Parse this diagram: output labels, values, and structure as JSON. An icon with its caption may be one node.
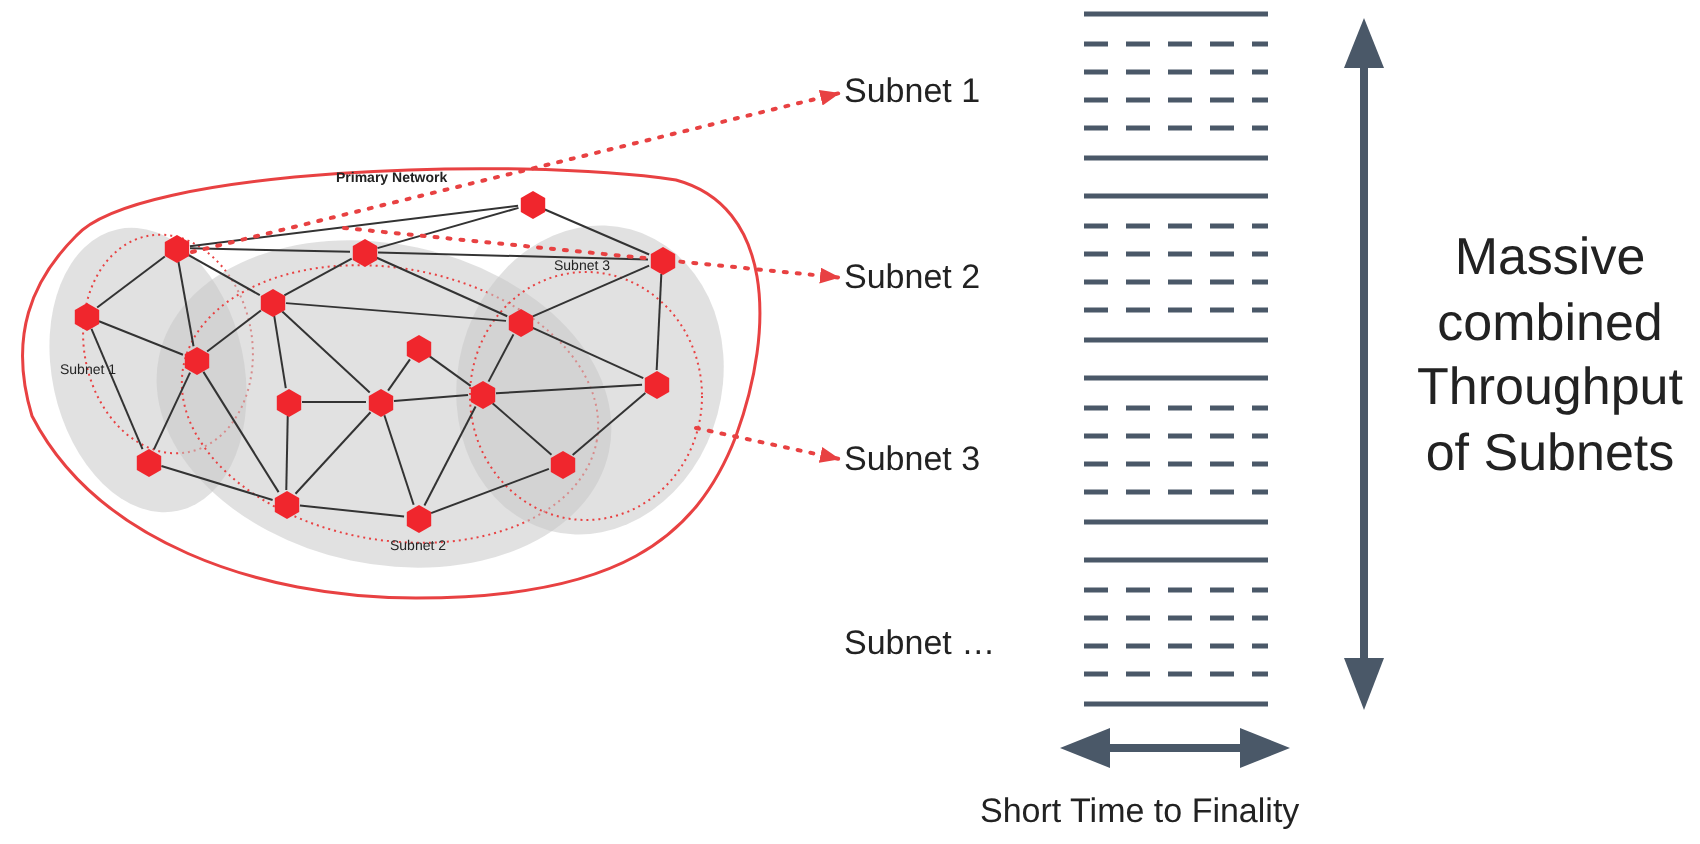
{
  "diagram": {
    "nodes": [
      {
        "text": [
          "Primary Network"
        ]
      },
      {
        "text": [
          "Subnet 1"
        ],
        "in": 0
      },
      {
        "text": [
          "Subnet 2"
        ],
        "in": 0
      },
      {
        "text": [
          "Subnet 3"
        ],
        "in": 0
      },
      {
        "text": [],
        "shape": "hexagon",
        "in": 0
      },
      {
        "text": [],
        "shape": "hexagon",
        "in": 1
      },
      {
        "text": [],
        "shape": "hexagon",
        "in": 2
      },
      {
        "text": [],
        "shape": "hexagon",
        "in": 3
      },
      {
        "text": [],
        "shape": "hexagon",
        "in": 1
      },
      {
        "text": [],
        "shape": "hexagon",
        "in": 2
      },
      {
        "text": [],
        "shape": "hexagon"
      },
      {
        "text": [],
        "shape": "hexagon",
        "in": 2
      },
      {
        "text": [],
        "shape": "hexagon"
      },
      {
        "text": [],
        "shape": "hexagon",
        "in": 3
      },
      {
        "text": [],
        "shape": "hexagon",
        "in": 2
      },
      {
        "text": [],
        "shape": "hexagon",
        "in": 2
      },
      {
        "text": [],
        "shape": "hexagon"
      },
      {
        "text": [],
        "shape": "hexagon",
        "in": 1
      },
      {
        "text": [],
        "shape": "hexagon"
      },
      {
        "text": [],
        "shape": "hexagon",
        "in": 2
      },
      {
        "text": [],
        "shape": "hexagon",
        "in": 2
      },
      {
        "text": [
          "Subnet 1"
        ]
      },
      {
        "text": [
          "Subnet 2"
        ]
      },
      {
        "text": [
          "Subnet 3"
        ]
      }
    ],
    "edges": [
      {
        "from": 5,
        "to": 4,
        "arrow": "none"
      },
      {
        "from": 6,
        "to": 4,
        "arrow": "none"
      },
      {
        "from": 4,
        "to": 7,
        "arrow": "none"
      },
      {
        "from": 5,
        "to": 6,
        "arrow": "none"
      },
      {
        "from": 6,
        "to": 7,
        "arrow": "none"
      },
      {
        "from": 5,
        "to": 8,
        "arrow": "none"
      },
      {
        "from": 5,
        "to": 9,
        "arrow": "none"
      },
      {
        "from": 5,
        "to": 12,
        "arrow": "none"
      },
      {
        "from": 6,
        "to": 9,
        "arrow": "none"
      },
      {
        "from": 6,
        "to": 10,
        "arrow": "none"
      },
      {
        "from": 7,
        "to": 10,
        "arrow": "none"
      },
      {
        "from": 7,
        "to": 13,
        "arrow": "none"
      },
      {
        "from": 8,
        "to": 12,
        "arrow": "none"
      },
      {
        "from": 8,
        "to": 17,
        "arrow": "none"
      },
      {
        "from": 9,
        "to": 12,
        "arrow": "none"
      },
      {
        "from": 9,
        "to": 10,
        "arrow": "none"
      },
      {
        "from": 9,
        "to": 14,
        "arrow": "none"
      },
      {
        "from": 9,
        "to": 15,
        "arrow": "none"
      },
      {
        "from": 10,
        "to": 16,
        "arrow": "none"
      },
      {
        "from": 11,
        "to": 15,
        "arrow": "none"
      },
      {
        "from": 11,
        "to": 16,
        "arrow": "none"
      },
      {
        "from": 10,
        "to": 13,
        "arrow": "none"
      },
      {
        "from": 12,
        "to": 17,
        "arrow": "none"
      },
      {
        "from": 12,
        "to": 19,
        "arrow": "none"
      },
      {
        "from": 14,
        "to": 15,
        "arrow": "none"
      },
      {
        "from": 14,
        "to": 19,
        "arrow": "none"
      },
      {
        "from": 15,
        "to": 19,
        "arrow": "none"
      },
      {
        "from": 15,
        "to": 16,
        "arrow": "none"
      },
      {
        "from": 15,
        "to": 20,
        "arrow": "none"
      },
      {
        "from": 16,
        "to": 13,
        "arrow": "none"
      },
      {
        "from": 16,
        "to": 18,
        "arrow": "none"
      },
      {
        "from": 16,
        "to": 20,
        "arrow": "none"
      },
      {
        "from": 13,
        "to": 18,
        "arrow": "none"
      },
      {
        "from": 17,
        "to": 19,
        "arrow": "none"
      },
      {
        "from": 19,
        "to": 20,
        "arrow": "none"
      },
      {
        "from": 20,
        "to": 18,
        "arrow": "none"
      },
      {
        "from": 1,
        "to": 21,
        "arrow": "to",
        "style": "dashed",
        "color": "#e84142"
      },
      {
        "from": 2,
        "to": 22,
        "arrow": "to",
        "style": "dashed",
        "color": "#e84142"
      },
      {
        "from": 3,
        "to": 23,
        "arrow": "to",
        "style": "dashed",
        "color": "#e84142"
      }
    ],
    "labels": [
      "Subnet …",
      "Massive combined Throughput of Subnets",
      "Short Time to Finality"
    ]
  }
}
